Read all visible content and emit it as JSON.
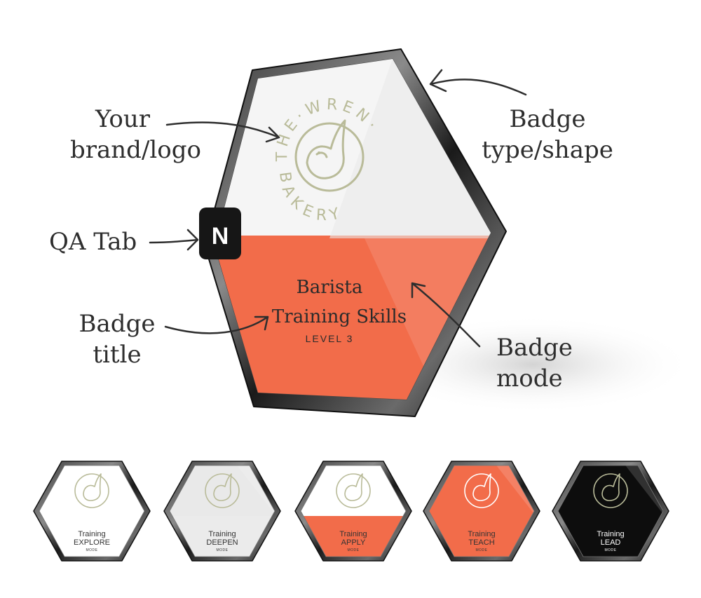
{
  "callouts": {
    "brand": "Your\nbrand/logo",
    "type": "Badge\ntype/shape",
    "qa": "QA Tab",
    "title": "Badge\ntitle",
    "mode": "Badge\nmode"
  },
  "main_badge": {
    "logo_top": "THE·WREN·",
    "logo_bottom": "BAKERY",
    "title_line1": "Barista",
    "title_line2": "Training Skills",
    "level": "LEVEL 3",
    "qa_tab_glyph": "N"
  },
  "colors": {
    "accent_orange": "#f26c4a",
    "logo_sage": "#b9bb99",
    "frame_dark": "#1c1c1c",
    "text_dark": "#2e2e2e"
  },
  "modes": [
    {
      "title": "Training",
      "mode_name": "EXPLORE",
      "mode_label": "MODE",
      "style": "white"
    },
    {
      "title": "Training",
      "mode_name": "DEEPEN",
      "mode_label": "MODE",
      "style": "grey"
    },
    {
      "title": "Training",
      "mode_name": "APPLY",
      "mode_label": "MODE",
      "style": "half-orange"
    },
    {
      "title": "Training",
      "mode_name": "TEACH",
      "mode_label": "MODE",
      "style": "orange"
    },
    {
      "title": "Training",
      "mode_name": "LEAD",
      "mode_label": "MODE",
      "style": "black"
    }
  ]
}
